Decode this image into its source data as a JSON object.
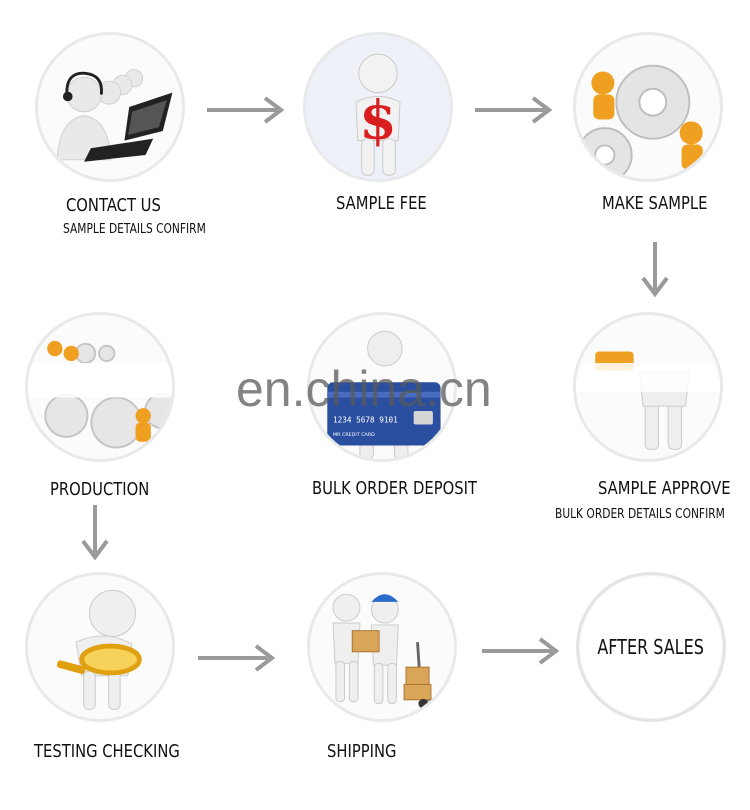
{
  "steps": {
    "contact_us": {
      "title": "CONTACT US",
      "subtitle": "SAMPLE DETAILS CONFIRM"
    },
    "sample_fee": {
      "title": "SAMPLE FEE"
    },
    "make_sample": {
      "title": "MAKE SAMPLE"
    },
    "production": {
      "title": "PRODUCTION"
    },
    "bulk_order_deposit": {
      "title": "BULK ORDER DEPOSIT",
      "card_number": "1234 5678 9101",
      "card_name": "MR CREDIT CARD"
    },
    "sample_approve": {
      "title": "SAMPLE APPROVE",
      "subtitle": "BULK ORDER DETAILS CONFIRM"
    },
    "testing_checking": {
      "title": "TESTING CHECKING"
    },
    "shipping": {
      "title": "SHIPPING"
    },
    "after_sales": {
      "title": "AFTER SALES"
    }
  },
  "watermark": "en.china.cn",
  "colors": {
    "arrow": "#9a9a9a",
    "accent_orange": "#f0a020",
    "dollar_red": "#d81e1e",
    "card_blue": "#2b4fa0"
  }
}
